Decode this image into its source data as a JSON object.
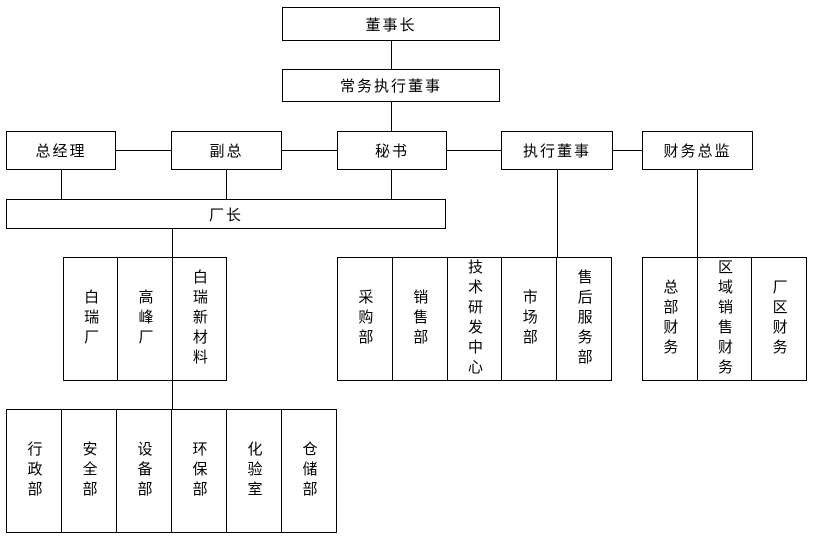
{
  "org_chart": {
    "nodes": {
      "chairman": "董事长",
      "managing_director": "常务执行董事",
      "general_manager": "总经理",
      "deputy_general_manager": "副总",
      "secretary": "秘书",
      "executive_director": "执行董事",
      "finance_director": "财务总监",
      "factory_director": "厂长"
    },
    "groups": {
      "factories": [
        "白瑞厂",
        "高峰厂",
        "白瑞新材料"
      ],
      "departments": [
        "采购部",
        "销售部",
        "技术研发中心",
        "市场部",
        "售后服务部"
      ],
      "finance": [
        "总部财务",
        "区域销售财务",
        "厂区财务"
      ],
      "factory_departments": [
        "行政部",
        "安全部",
        "设备部",
        "环保部",
        "化验室",
        "仓储部"
      ]
    }
  }
}
